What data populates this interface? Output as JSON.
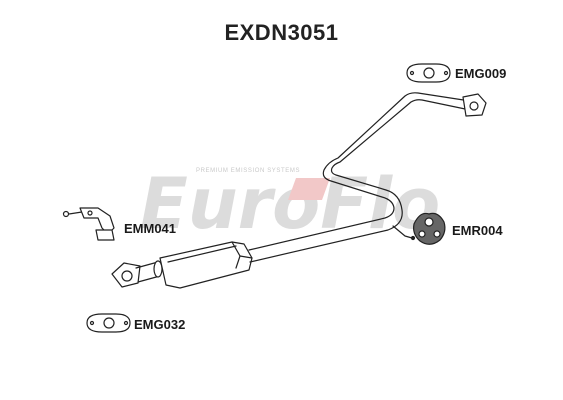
{
  "title": "EXDN3051",
  "watermark": {
    "logo_text": "EuroFlo",
    "tagline": "PREMIUM EMISSION SYSTEMS"
  },
  "parts": {
    "emg009": "EMG009",
    "emm041": "EMM041",
    "emr004": "EMR004",
    "emg032": "EMG032"
  },
  "colors": {
    "outline": "#222222",
    "watermark_grey": "#dcdcdc",
    "watermark_red": "#f2c8c8"
  }
}
